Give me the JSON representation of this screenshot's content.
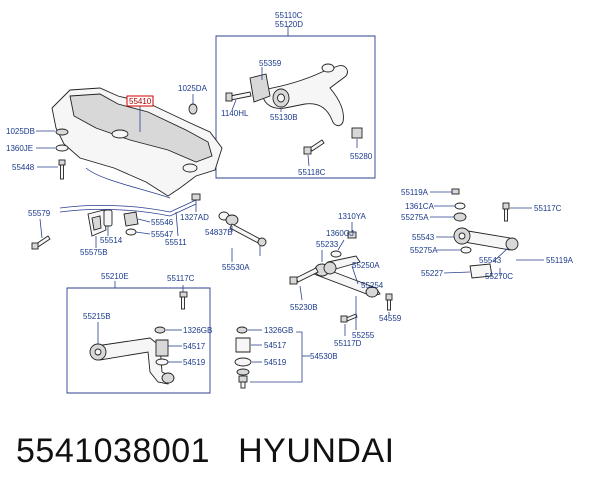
{
  "caption": {
    "part_number": "5541038001",
    "brand": "HYUNDAI"
  },
  "highlight_label": "55410",
  "labels": {
    "l55110c": "55110C",
    "l55120d": "55120D",
    "l55359": "55359",
    "l1140hl": "1140HL",
    "l55130b": "55130B",
    "l55280": "55280",
    "l55118c": "55118C",
    "l1025da": "1025DA",
    "l1025db": "1025DB",
    "l1360je": "1360JE",
    "l55448": "55448",
    "l55579": "55579",
    "l55575b": "55575B",
    "l55514": "55514",
    "l55546": "55546",
    "l55547": "55547",
    "l55511": "55511",
    "l1327ad": "1327AD",
    "l54837b": "54837B",
    "l55530a": "55530A",
    "l1310ya": "1310YA",
    "l1360gj": "1360GJ",
    "l55233": "55233",
    "l55250a": "55250A",
    "l55254": "55254",
    "l55230b": "55230B",
    "l54559": "54559",
    "l55255": "55255",
    "l55117d": "55117D",
    "l55119a_top": "55119A",
    "l1361ca": "1361CA",
    "l55275a_top": "55275A",
    "l55117c_right": "55117C",
    "l55543_a": "55543",
    "l55275a_mid": "55275A",
    "l55543_b": "55543",
    "l55119a_right": "55119A",
    "l55227": "55227",
    "l55270c": "55270C",
    "l55210e": "55210E",
    "l55117c_left": "55117C",
    "l55215b": "55215B",
    "l1326gb_a": "1326GB",
    "l54517_a": "54517",
    "l54519_a": "54519",
    "l1326gb_b": "1326GB",
    "l54517_b": "54517",
    "l54519_b": "54519",
    "l54530b": "54530B"
  }
}
